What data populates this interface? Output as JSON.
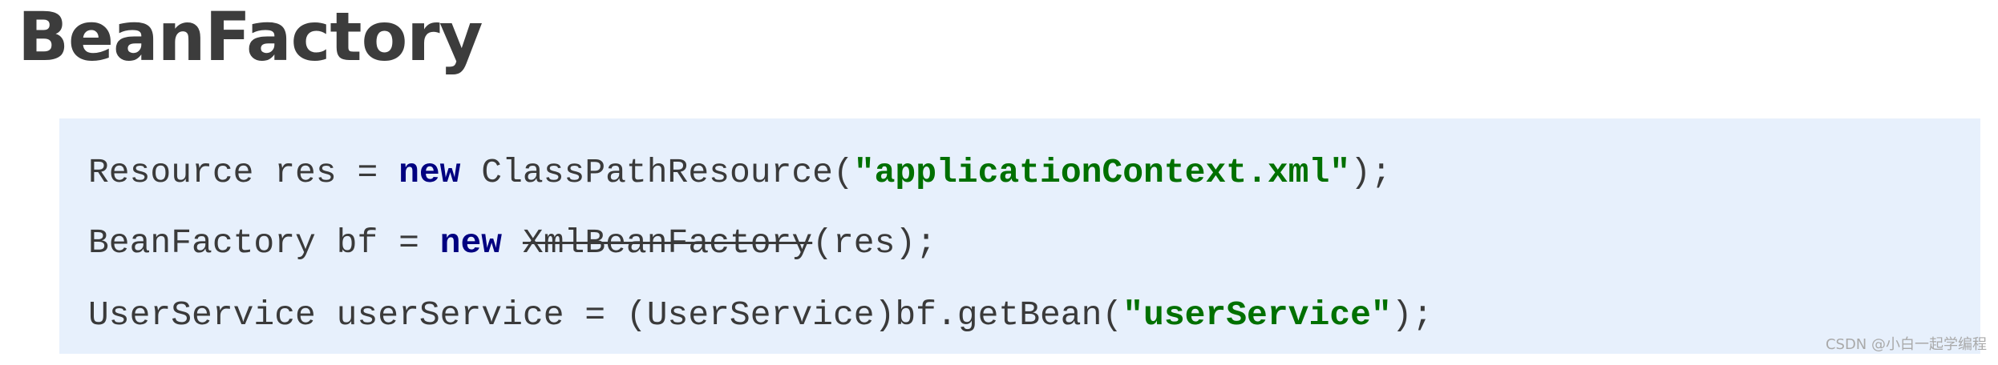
{
  "heading": "BeanFactory",
  "code": {
    "line1": {
      "part1": "Resource res = ",
      "keyword": "new",
      "part2": " ClassPathResource(",
      "string": "\"applicationContext.xml\"",
      "part3": ");"
    },
    "line2": {
      "part1": "BeanFactory bf = ",
      "keyword": "new",
      "space": " ",
      "deprecated": "XmlBeanFactory",
      "part2": "(res);"
    },
    "line3": {
      "part1": "UserService userService = (UserService)bf.getBean(",
      "string": "\"userService\"",
      "part2": ");"
    }
  },
  "watermark": "CSDN @小白一起学编程",
  "colors": {
    "heading": "#3c3c3c",
    "code_background": "#e7f0fc",
    "keyword": "#000080",
    "string": "#007000",
    "code_text": "#3a3a3a"
  }
}
